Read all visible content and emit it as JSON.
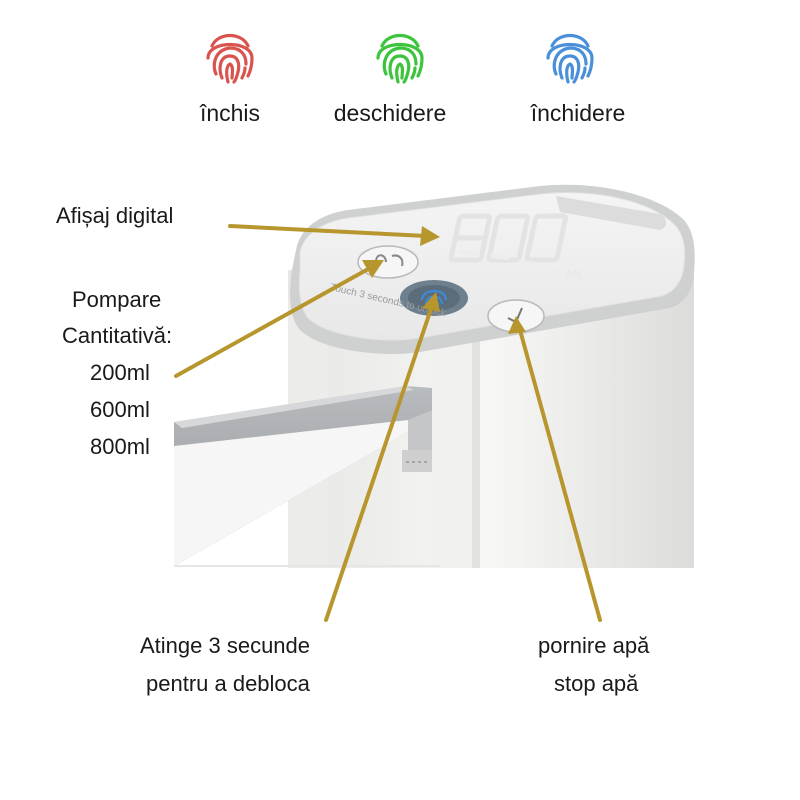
{
  "legend": [
    {
      "label": "închis",
      "color": "#d9534f",
      "icon": "fingerprint-icon"
    },
    {
      "label": "deschidere",
      "color": "#3cc43c",
      "icon": "fingerprint-icon"
    },
    {
      "label": "închidere",
      "color": "#4a8fd9",
      "icon": "fingerprint-icon"
    }
  ],
  "callouts": {
    "display": "Afișaj digital",
    "pump_title_1": "Pompare",
    "pump_title_2": "Cantitativă:",
    "pump_opt_1": "200ml",
    "pump_opt_2": "600ml",
    "pump_opt_3": "800ml",
    "touch_1": "Atinge 3 secunde",
    "touch_2": "pentru a debloca",
    "water_1": "pornire apă",
    "water_2": "stop apă"
  },
  "device": {
    "display_value": "800",
    "display_unit": "ML",
    "panel_text": "Touch 3 seconds to unlock"
  },
  "colors": {
    "arrow": "#b8962e"
  }
}
